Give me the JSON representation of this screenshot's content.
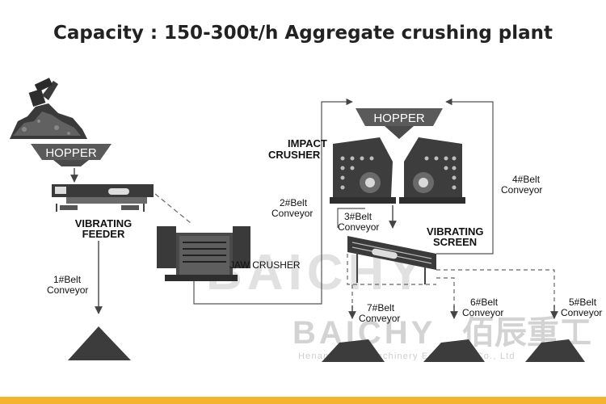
{
  "title": "Capacity : 150-300t/h Aggregate crushing plant",
  "labels": {
    "hopper_left": "HOPPER",
    "hopper_top": "HOPPER",
    "impact_crusher": [
      "IMPACT",
      "CRUSHER"
    ],
    "vibrating_feeder": [
      "VIBRATING",
      "FEEDER"
    ],
    "jaw_crusher": "JAW CRUSHER",
    "vibrating_screen": [
      "VIBRATING",
      "SCREEN"
    ],
    "belt1": [
      "1#Belt",
      "Conveyor"
    ],
    "belt2": [
      "2#Belt",
      "Conveyor"
    ],
    "belt3": [
      "3#Belt",
      "Conveyor"
    ],
    "belt4": [
      "4#Belt",
      "Conveyor"
    ],
    "belt5": [
      "5#Belt",
      "Conveyor"
    ],
    "belt6": [
      "6#Belt",
      "Conveyor"
    ],
    "belt7": [
      "7#Belt",
      "Conveyor"
    ]
  },
  "watermark": {
    "brand": "BAICHY",
    "brand_cn": "佰辰重工",
    "company": "Henan Baichy Machinery Equipment Co., Ltd"
  },
  "colors": {
    "machine": "#3c3c3c",
    "machine_light": "#6e6e6e",
    "hopper": "#5a5a5a",
    "line": "#555555",
    "watermark": "#d6d6d6",
    "bottom_bar": "#f2b431"
  }
}
